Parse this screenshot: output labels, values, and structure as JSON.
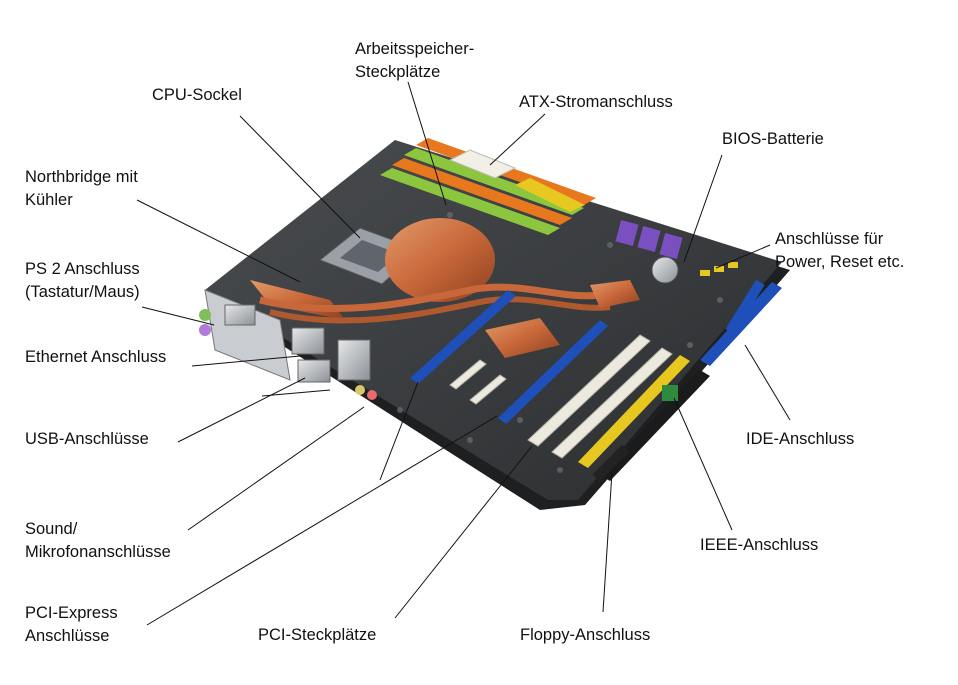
{
  "diagram": {
    "labels": {
      "cpu_socket": "CPU-Sockel",
      "ram_slots": [
        "Arbeitsspeicher-",
        "Steckplätze"
      ],
      "atx_power": "ATX-Stromanschluss",
      "bios_battery": "BIOS-Batterie",
      "northbridge": [
        "Northbridge mit",
        "Kühler"
      ],
      "front_panel": [
        "Anschlüsse für",
        "Power, Reset etc."
      ],
      "ps2": [
        "PS 2 Anschluss",
        "(Tastatur/Maus)"
      ],
      "ethernet": "Ethernet Anschluss",
      "usb": "USB-Anschlüsse",
      "ide": "IDE-Anschluss",
      "sound": [
        "Sound/",
        "Mikrofonanschlüsse"
      ],
      "ieee": "IEEE-Anschluss",
      "pci_express": [
        "PCI-Express",
        "Anschlüsse"
      ],
      "pci_slots": "PCI-Steckplätze",
      "floppy": "Floppy-Anschluss"
    },
    "colors": {
      "pcb": "#3a3d40",
      "ram_orange": "#e8781e",
      "ram_green": "#8cc63f",
      "pcie_blue": "#1f4fb8",
      "pci_white": "#ece9df",
      "yellow": "#e6c820",
      "copper": "#c8683a",
      "purple": "#7a4fc0"
    }
  }
}
